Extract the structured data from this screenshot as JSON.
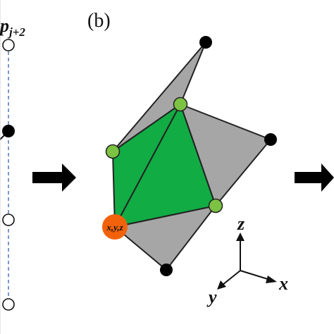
{
  "left_panel": {
    "node_label": "p",
    "node_subscript": "j+2"
  },
  "panel_b": {
    "label": "(b)",
    "vertex_label": "x,y,z"
  },
  "axes": {
    "z": "z",
    "y": "y",
    "x": "x"
  },
  "colors": {
    "green_fill": "#11ac44",
    "gray_fill": "#a6a6a6",
    "green_node": "#7cc243",
    "orange_node": "#f2620b",
    "black_node": "#000000",
    "dashed_line": "#5b7fbf"
  }
}
